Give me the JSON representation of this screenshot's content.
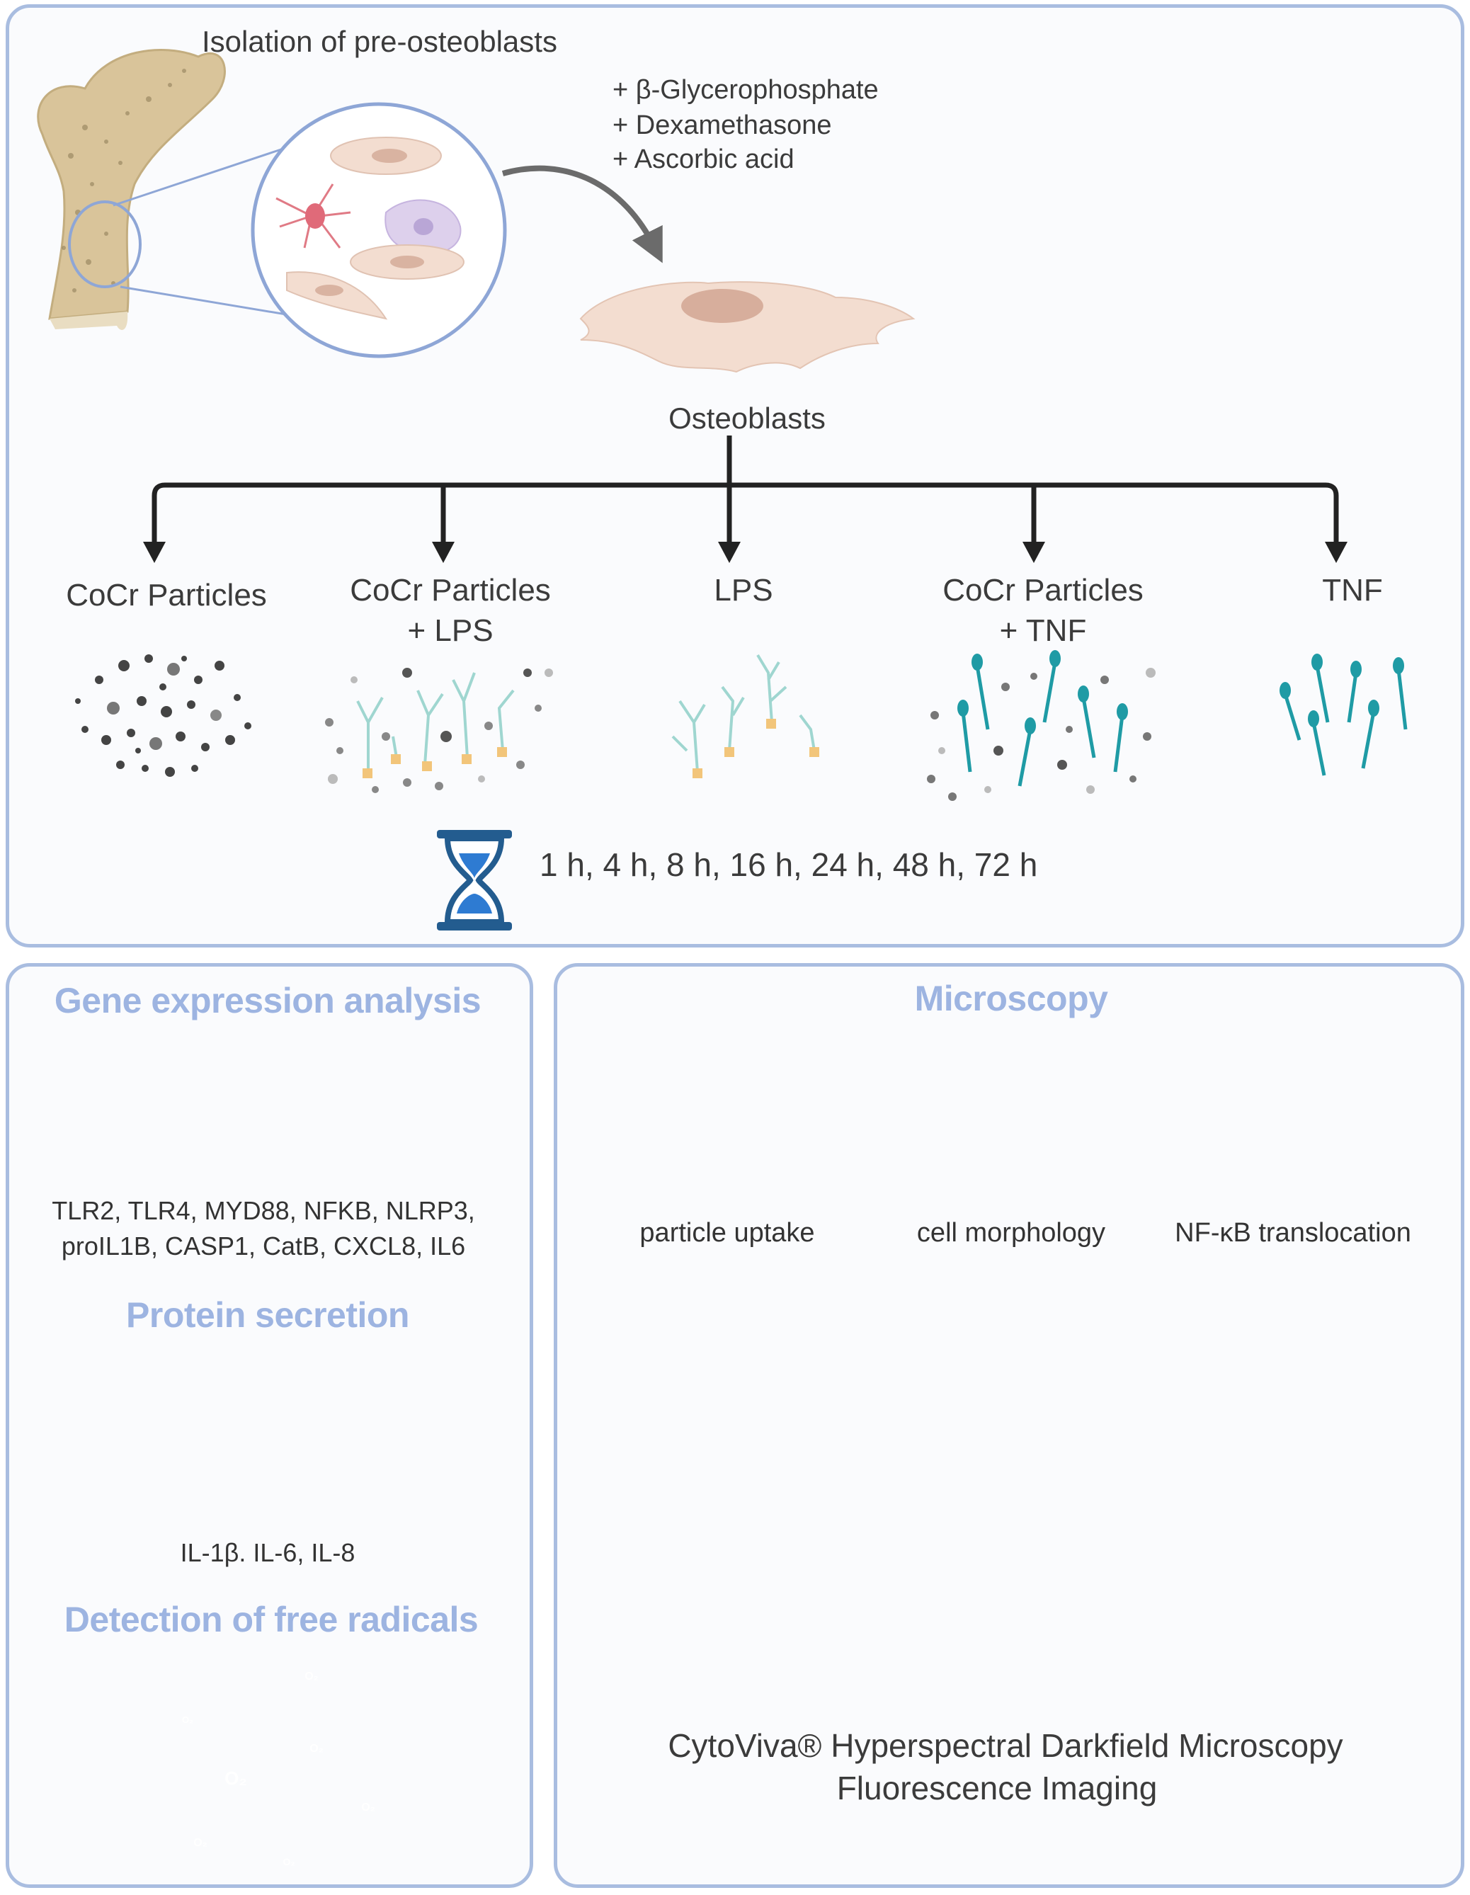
{
  "top": {
    "isolation_label": "Isolation of pre-osteoblasts",
    "supplements": [
      "+ β-Glycerophosphate",
      "+ Dexamethasone",
      "+ Ascorbic acid"
    ],
    "osteoblasts_label": "Osteoblasts",
    "conditions": [
      {
        "line1": "CoCr Particles",
        "line2": ""
      },
      {
        "line1": "CoCr Particles",
        "line2": "+ LPS"
      },
      {
        "line1": "LPS",
        "line2": ""
      },
      {
        "line1": "CoCr Particles",
        "line2": "+ TNF"
      },
      {
        "line1": "TNF",
        "line2": ""
      }
    ],
    "timepoints": "1 h, 4 h, 8 h, 16 h, 24 h, 48 h, 72 h"
  },
  "left": {
    "gene_heading": "Gene expression analysis",
    "gene_list_line1": "TLR2, TLR4, MYD88, NFKB, NLRP3,",
    "gene_list_line2": "proIL1B, CASP1, CatB, CXCL8, IL6",
    "protein_heading": "Protein secretion",
    "protein_list": "IL-1β. IL-6, IL-8",
    "radicals_heading": "Detection of free radicals",
    "radical_symbol": "O₂"
  },
  "right": {
    "heading": "Microscopy",
    "captions": [
      "particle uptake",
      "cell morphology",
      "NF-κB translocation"
    ],
    "method_line1": "CytoViva® Hyperspectral Darkfield Microscopy",
    "method_line2": "Fluorescence Imaging"
  },
  "colors": {
    "panel_border": "#a9bde0",
    "heading": "#9db4e1",
    "lps": "#9fd6d0",
    "tnf": "#1f9ba5",
    "dna": "#1a5a9a",
    "radical": "#c8323e"
  }
}
